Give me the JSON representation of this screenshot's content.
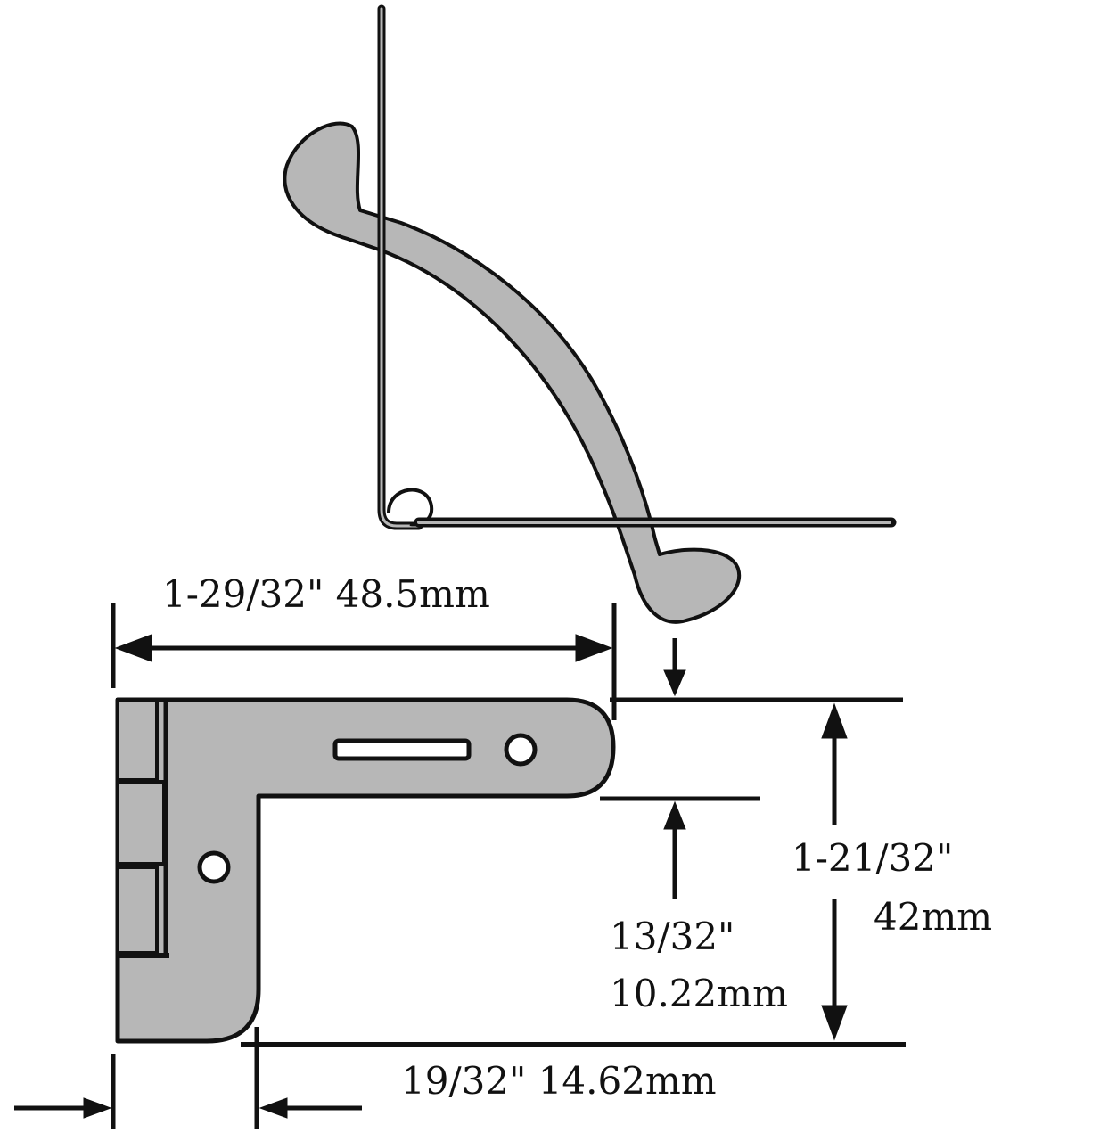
{
  "diagram": {
    "subject": "Folding bracket hinge with curved support arm",
    "colors": {
      "background": "#ffffff",
      "fill": "#b7b7b7",
      "stroke": "#111111"
    },
    "dimensions": {
      "overall_width": {
        "label": "1-29/32\" 48.5mm"
      },
      "overall_height": {
        "line1": "1-21/32\"",
        "line2": "42mm"
      },
      "arm_height": {
        "line1": "13/32\"",
        "line2": "10.22mm"
      },
      "leg_width": {
        "label": "19/32\" 14.62mm"
      }
    }
  }
}
